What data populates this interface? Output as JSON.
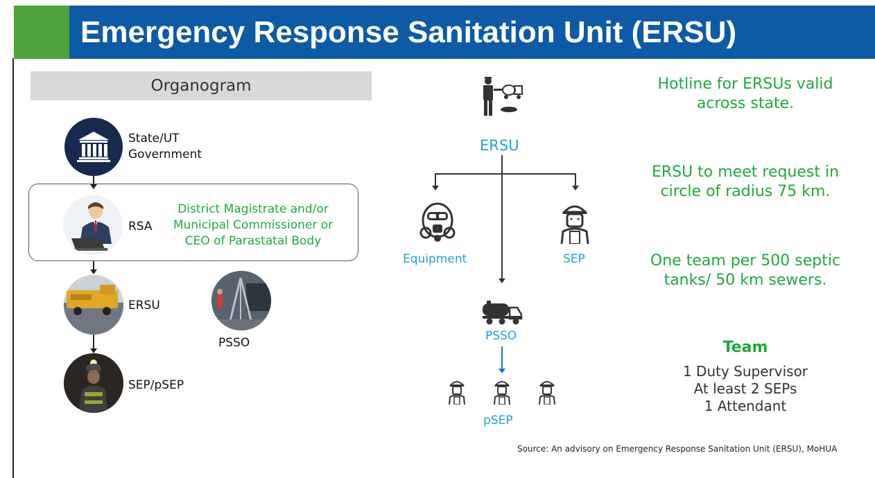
{
  "header": {
    "title": "Emergency Response Sanitation Unit (ERSU)"
  },
  "organogram": {
    "heading": "Organogram",
    "state_label_line1": "State/UT",
    "state_label_line2": "Government",
    "rsa_label": "RSA",
    "rsa_desc_line1": "District Magistrate and/or",
    "rsa_desc_line2": "Municipal Commissioner or",
    "rsa_desc_line3": "CEO of Parastatal Body",
    "ersu_label": "ERSU",
    "psso_label": "PSSO",
    "sep_label": "SEP/pSEP"
  },
  "flow": {
    "ersu_label": "ERSU",
    "equipment_label": "Equipment",
    "sep_label": "SEP",
    "psso_label": "PSSO",
    "psep_label": "pSEP"
  },
  "info": {
    "hotline_line1": "Hotline for ERSUs valid",
    "hotline_line2": "across state.",
    "radius_line1": "ERSU to meet request in",
    "radius_line2": "circle of radius 75 km.",
    "team_ratio_line1": "One team per 500 septic",
    "team_ratio_line2": "tanks/ 50 km sewers.",
    "team_title": "Team",
    "team_members": [
      "1 Duty Supervisor",
      "At least 2 SEPs",
      "1 Attendant"
    ]
  },
  "source": "Source: An advisory on Emergency Response Sanitation Unit (ERSU), MoHUA",
  "colors": {
    "header_blue": "#0d5aa7",
    "accent_green": "#4ea33a",
    "text_green": "#1fa83c",
    "text_blue": "#1fa0e0"
  }
}
